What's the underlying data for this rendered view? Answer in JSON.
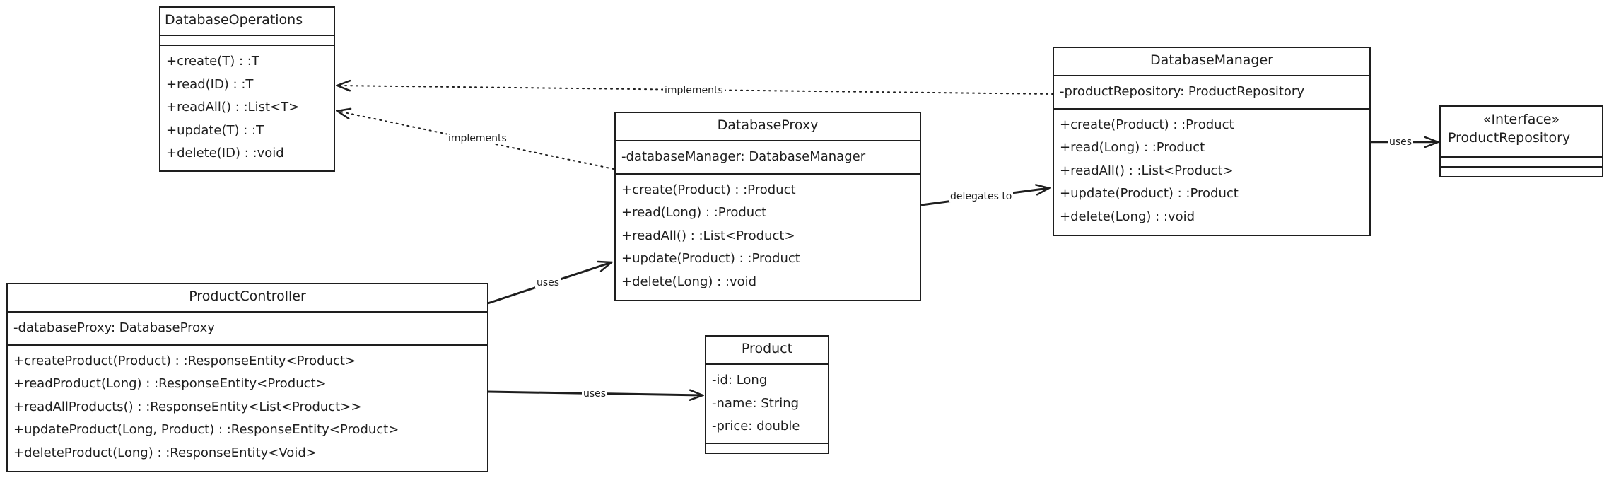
{
  "classes": {
    "database_operations": {
      "name": "DatabaseOperations",
      "attributes": [],
      "operations": [
        "+create(T) : :T",
        "+read(ID) : :T",
        "+readAll() : :List<T>",
        "+update(T) : :T",
        "+delete(ID) : :void"
      ]
    },
    "database_manager": {
      "name": "DatabaseManager",
      "attributes": [
        "-productRepository: ProductRepository"
      ],
      "operations": [
        "+create(Product) : :Product",
        "+read(Long) : :Product",
        "+readAll() : :List<Product>",
        "+update(Product) : :Product",
        "+delete(Long) : :void"
      ]
    },
    "product_repository": {
      "stereotype": "«Interface»",
      "name": "ProductRepository",
      "attributes": [],
      "operations": []
    },
    "database_proxy": {
      "name": "DatabaseProxy",
      "attributes": [
        "-databaseManager: DatabaseManager"
      ],
      "operations": [
        "+create(Product) : :Product",
        "+read(Long) : :Product",
        "+readAll() : :List<Product>",
        "+update(Product) : :Product",
        "+delete(Long) : :void"
      ]
    },
    "product_controller": {
      "name": "ProductController",
      "attributes": [
        "-databaseProxy: DatabaseProxy"
      ],
      "operations": [
        "+createProduct(Product) : :ResponseEntity<Product>",
        "+readProduct(Long) : :ResponseEntity<Product>",
        "+readAllProducts() : :ResponseEntity<List<Product>>",
        "+updateProduct(Long, Product) : :ResponseEntity<Product>",
        "+deleteProduct(Long) : :ResponseEntity<Void>"
      ]
    },
    "product": {
      "name": "Product",
      "attributes": [
        "-id: Long",
        "-name: String",
        "-price: double"
      ],
      "operations": []
    }
  },
  "relations": {
    "manager_implements": {
      "label": "implements",
      "from": "DatabaseManager",
      "to": "DatabaseOperations",
      "style": "dotted"
    },
    "proxy_implements": {
      "label": "implements",
      "from": "DatabaseProxy",
      "to": "DatabaseOperations",
      "style": "dotted"
    },
    "proxy_delegates": {
      "label": "delegates to",
      "from": "DatabaseProxy",
      "to": "DatabaseManager",
      "style": "solid"
    },
    "manager_uses_repo": {
      "label": "uses",
      "from": "DatabaseManager",
      "to": "ProductRepository",
      "style": "solid"
    },
    "controller_uses_proxy": {
      "label": "uses",
      "from": "ProductController",
      "to": "DatabaseProxy",
      "style": "solid"
    },
    "controller_uses_product": {
      "label": "uses",
      "from": "ProductController",
      "to": "Product",
      "style": "solid"
    }
  },
  "colors": {
    "stroke": "#1e1e1e",
    "background": "#ffffff"
  }
}
